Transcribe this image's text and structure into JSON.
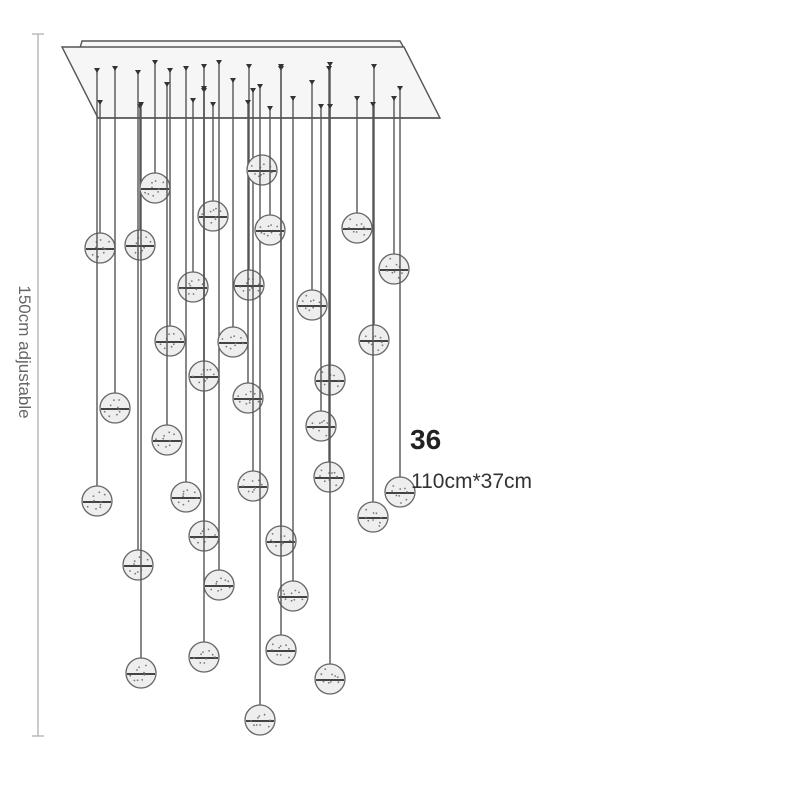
{
  "height_label": "150cm adjustable",
  "product": {
    "light_count": "36",
    "canopy_size": "110cm*37cm"
  },
  "colors": {
    "line": "#555555",
    "dim_line": "#bbbbbb",
    "canopy_fill": "#f4f4f4",
    "ball_fill": "#eeeeee",
    "ball_stroke": "#666666"
  }
}
